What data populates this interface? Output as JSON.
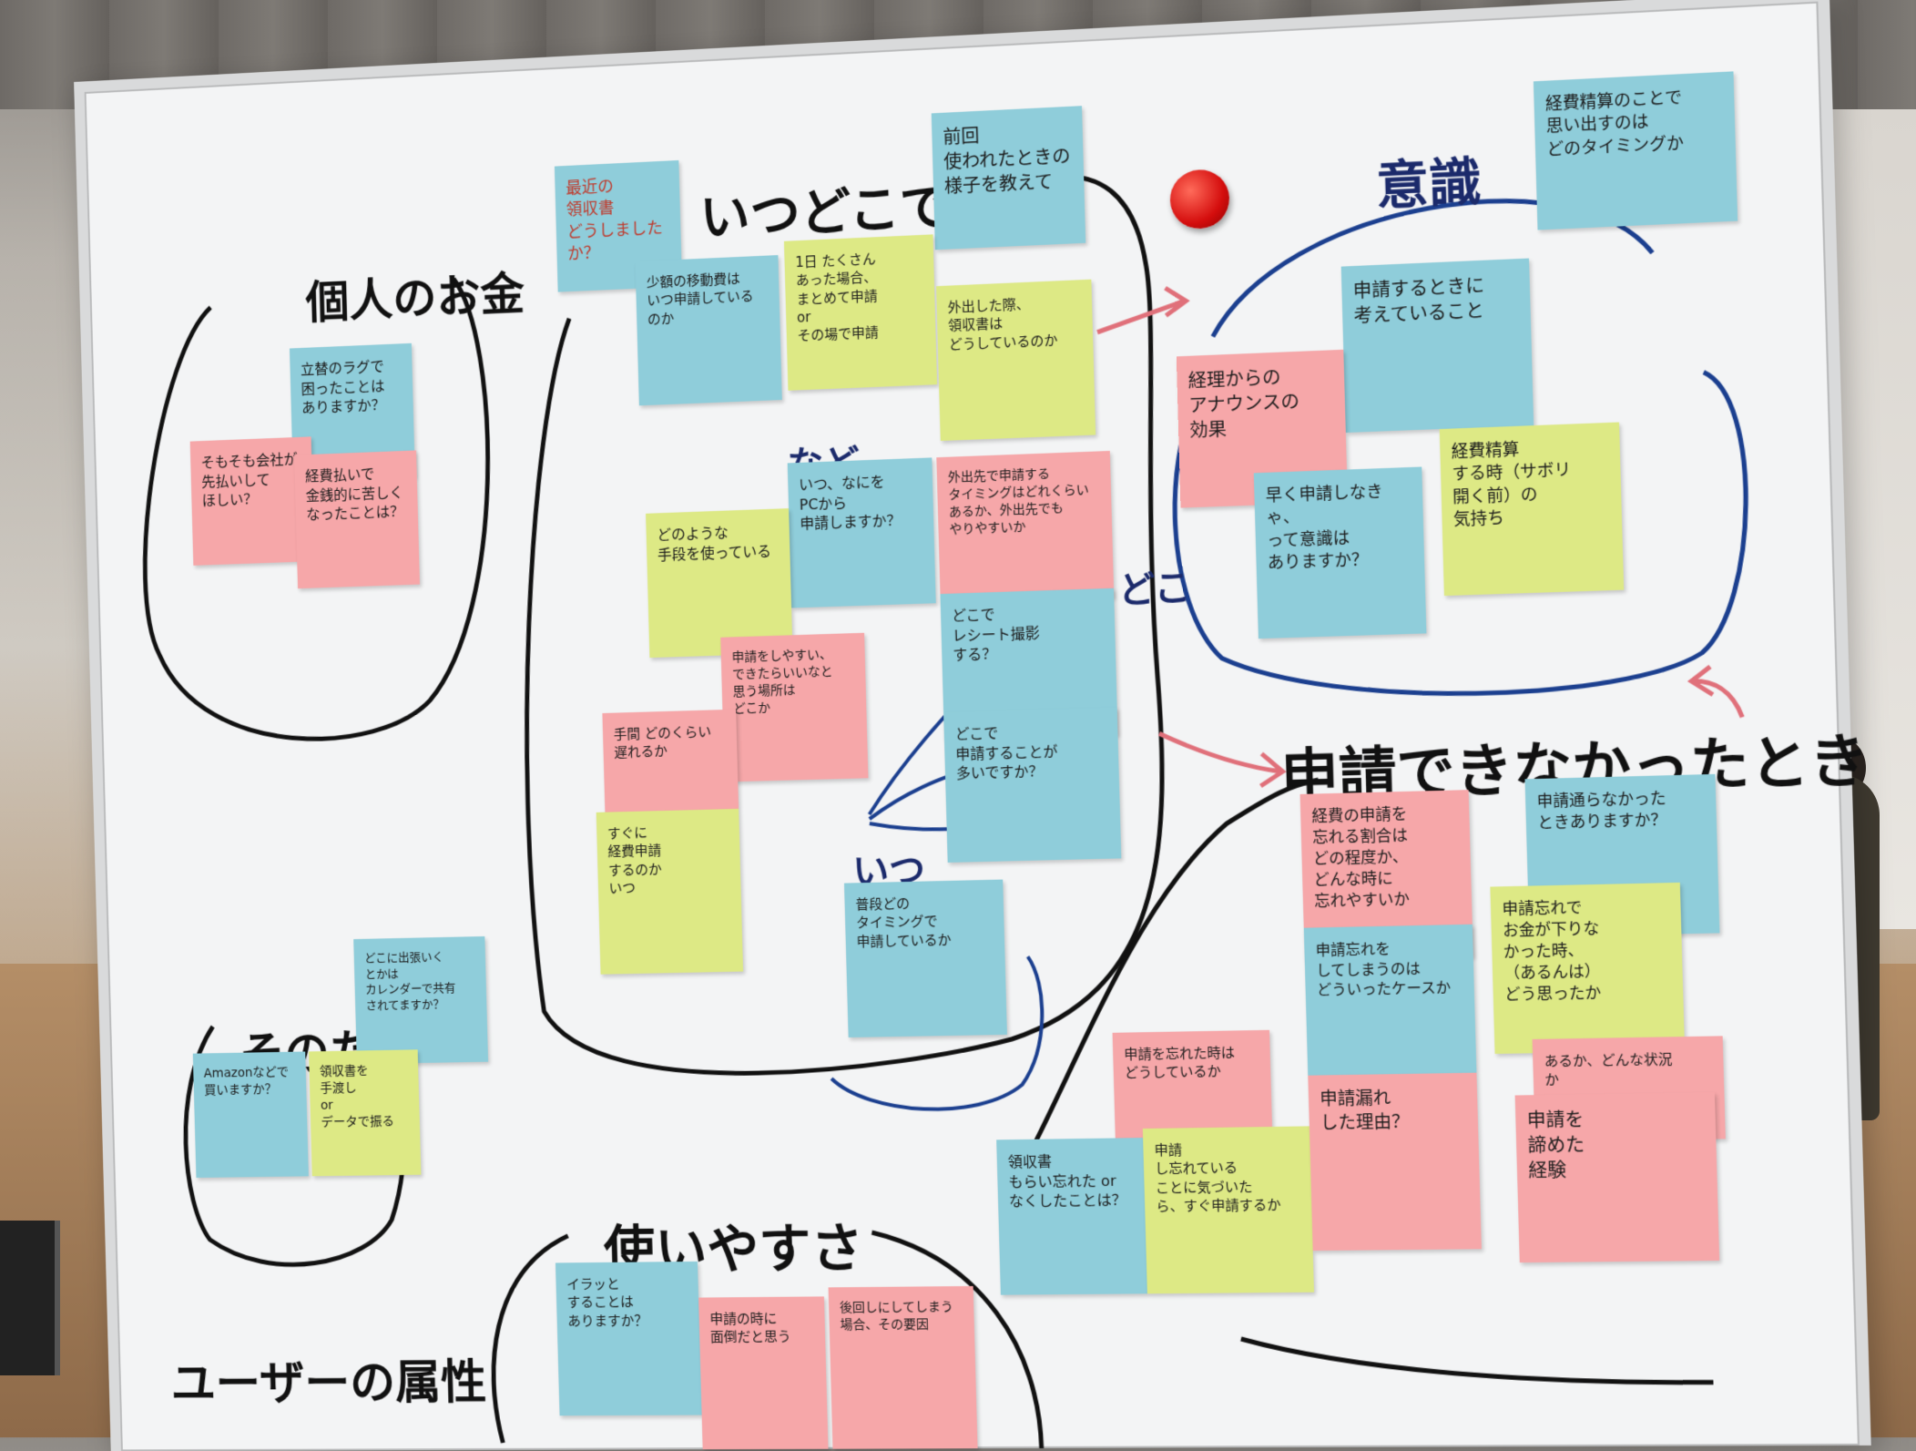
{
  "headings": {
    "kojin": "個人のお金",
    "itsu_doko": "いつどこで",
    "ishiki": "意識",
    "shinsei_dekinakatta": "申請できなかったとき",
    "sonota": "そのた",
    "tsukaiyasusa": "使いやすさ",
    "user_zokusei": "ユーザーの属性",
    "nado": "など",
    "doko": "どこ",
    "itsu": "いつ"
  },
  "notes": {
    "n1": "最近の\n領収書\nどうしましたか？",
    "n2": "前回\n使われたときの\n様子を教えて",
    "n3": "経費精算のことで\n思い出すのは\nどのタイミングか",
    "n4": "立替のラグで\n困ったことは\nありますか？",
    "n5": "そもそも会社が\n先払いして\nほしい？",
    "n6": "経費払いで\n金銭的に苦しく\nなったことは？",
    "n7": "少額の移動費は\nいつ申請している\nのか",
    "n8": "1日 たくさん\nあった場合、\nまとめて申請\nor\nその場で申請",
    "n9": "外出した際、\n領収書は\nどうしているのか",
    "n10": "申請するときに\n考えていること",
    "n11": "経理からの\nアナウンスの\n効果",
    "n12": "早く申請しなきゃ、\nって意識は\nありますか？",
    "n13": "経費精算\nする時（サボリ\n開く前）の\n気持ち",
    "n14": "いつ、なにを\nPCから\n申請しますか？",
    "n15": "外出先で申請する\nタイミングはどれくらい\nあるか、外出先でも\nやりやすいか",
    "n16": "どのような\n手段を使っている",
    "n17": "どこで\nレシート撮影\nする？",
    "n18": "申請をしやすい、\nできたらいいなと\n思う場所は\nどこか",
    "n19": "どこで\n申請することが\n多いですか？",
    "n20": "手間 どのくらい\n遅れるか",
    "n21": "すぐに\n経費申請\nするのか\nいつ",
    "n22": "普段どの\nタイミングで\n申請しているか",
    "n23": "経費の申請を\n忘れる割合は\nどの程度か、\nどんな時に\n忘れやすいか",
    "n24": "申請通らなかった\nときありますか？",
    "n25": "申請忘れで\nお金が下りな\nかった時、\n（あるんは）\nどう思ったか",
    "n26": "申請忘れを\nしてしまうのは\nどういったケースか",
    "n27": "どこに出張いく\nとかは\nカレンダーで共有\nされてますか？",
    "n28": "Amazonなどで\n買いますか？",
    "n29": "領収書を\n手渡し\nor\nデータで振る",
    "n30": "申請を忘れた時は\nどうしているか",
    "n31": "領収書\nもらい忘れた or\nなくしたことは？",
    "n32": "申請\nし忘れている\nことに気づいた\nら、すぐ申請するか",
    "n33": "申請漏れ\nした理由？",
    "n34": "あるか、どんな状況\nか",
    "n35": "申請を\n諦めた\n経験",
    "n36": "イラッと\nすることは\nありますか？",
    "n37": "申請の時に\n面倒だと思う",
    "n38": "後回しにしてしまう\n場合、その要因"
  },
  "colors": {
    "blue_note": "#8fcdda",
    "pink_note": "#f6a7a9",
    "yellow_note": "#dde985",
    "marker_black": "#111111",
    "marker_navy": "#1b2a6b",
    "marker_red": "#e0707a",
    "magnet_red": "#d40d0d"
  }
}
